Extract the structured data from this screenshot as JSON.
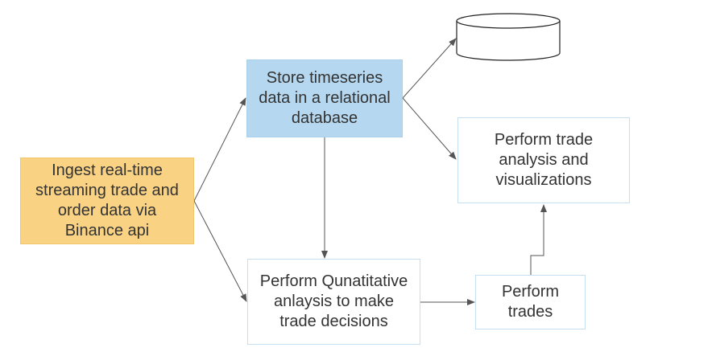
{
  "colors": {
    "ingest_fill": "#fad283",
    "store_fill": "#b5d7ef",
    "box_border": "#c5dff0",
    "arrow": "#555555",
    "text": "#333333"
  },
  "nodes": {
    "ingest": {
      "label": "Ingest real-time\nstreaming trade and\norder data via\nBinance api"
    },
    "store": {
      "label": "Store timeseries\ndata in a relational\ndatabase"
    },
    "analysis": {
      "label": "Perform trade\nanalysis and\nvisualizations"
    },
    "quant": {
      "label": "Perform Qunatitative\nanlaysis to make\ntrade decisions"
    },
    "trades": {
      "label": "Perform\ntrades"
    },
    "database": {
      "icon": "database-cylinder-icon"
    }
  }
}
